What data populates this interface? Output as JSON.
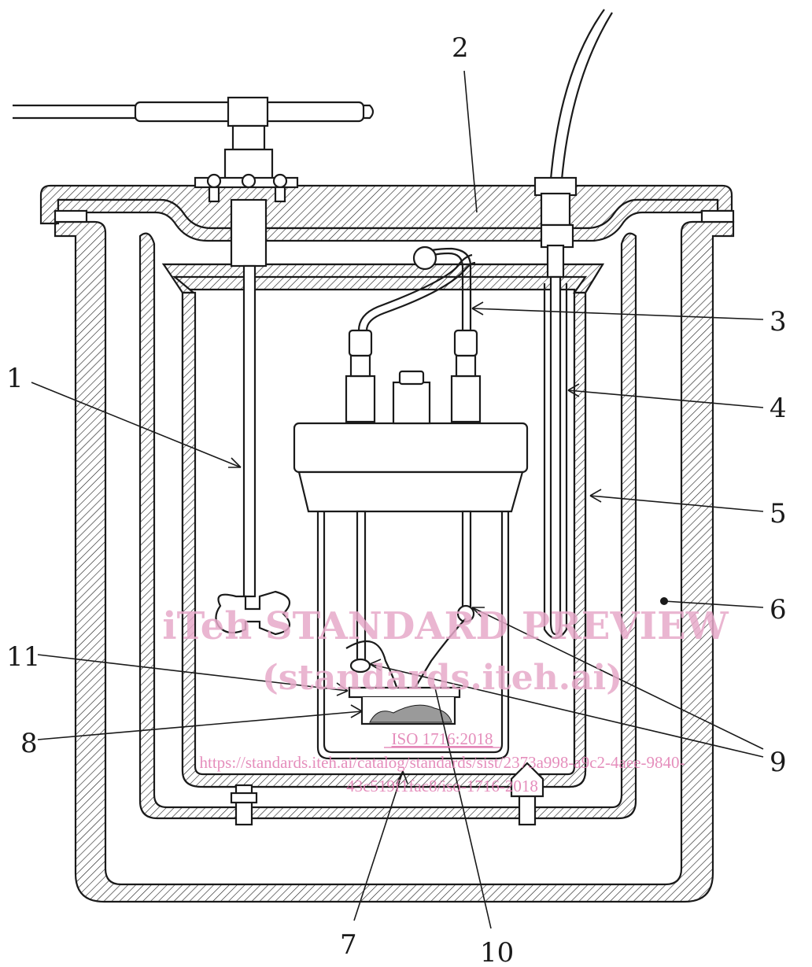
{
  "labels": {
    "l1": "1",
    "l2": "2",
    "l3": "3",
    "l4": "4",
    "l5": "5",
    "l6": "6",
    "l7": "7",
    "l8": "8",
    "l9": "9",
    "l10": "10",
    "l11": "11"
  },
  "watermark": {
    "line1": "iTeh STANDARD PREVIEW",
    "line2": "(standards.iteh.ai)",
    "line3": "ISO 1716:2018",
    "line4": "https://standards.iteh.ai/catalog/standards/sist/2373a998-a9c2-4aee-9840-",
    "line5": "43c519f1fac8/iso-1716-2018"
  },
  "colors": {
    "ink": "#1a1a1a",
    "watermark": "#e6a9c9",
    "watermark_link": "#e07ab0"
  }
}
